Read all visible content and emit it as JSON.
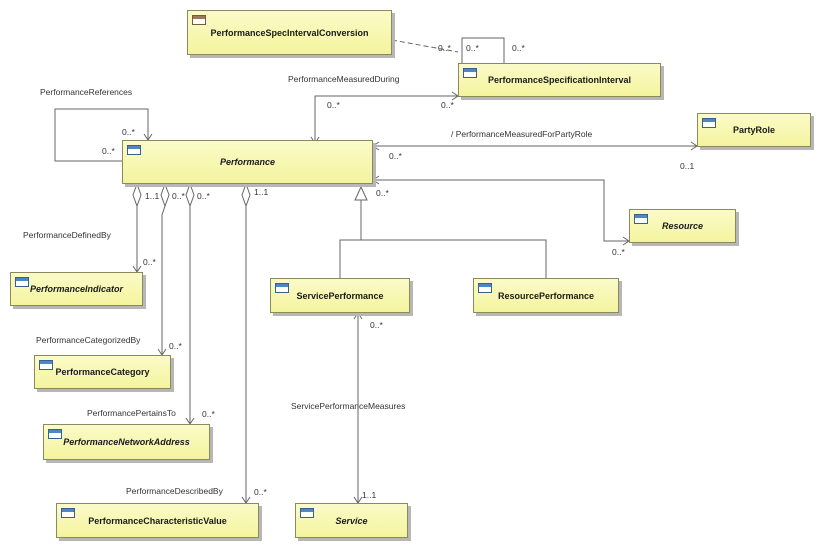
{
  "classes": {
    "performance": "Performance",
    "spec_interval_conversion": "PerformanceSpecIntervalConversion",
    "spec_interval": "PerformanceSpecificationInterval",
    "party_role": "PartyRole",
    "resource": "Resource",
    "indicator": "PerformanceIndicator",
    "category": "PerformanceCategory",
    "network_address": "PerformanceNetworkAddress",
    "characteristic_value": "PerformanceCharacteristicValue",
    "service_performance": "ServicePerformance",
    "resource_performance": "ResourcePerformance",
    "service": "Service"
  },
  "associations": {
    "references": "PerformanceReferences",
    "measured_during": "PerformanceMeasuredDuring",
    "measured_for_party_role": "/ PerformanceMeasuredForPartyRole",
    "defined_by": "PerformanceDefinedBy",
    "categorized_by": "PerformanceCategorizedBy",
    "pertains_to": "PerformancePertainsTo",
    "described_by": "PerformanceDescribedBy",
    "service_performance_measures": "ServicePerformanceMeasures"
  },
  "multiplicities": {
    "conv_spec": "0..*",
    "spec_self_a": "0..*",
    "spec_self_b": "0..*",
    "measured_during_perf": "0..*",
    "measured_during_spec": "0..*",
    "references_a": "0..*",
    "references_b": "0..*",
    "party_perf": "0..*",
    "party_role": "0..1",
    "resource_perf": "0..*",
    "resource_end": "0..*",
    "defined_perf": "1..1",
    "defined_ind": "0..*",
    "categorized_perf": "0..*",
    "categorized_cat": "0..*",
    "pertains_perf": "0..*",
    "pertains_addr": "0..*",
    "described_perf": "1..1",
    "described_val": "0..*",
    "svcperf_end": "0..*",
    "service_end": "1..1"
  }
}
